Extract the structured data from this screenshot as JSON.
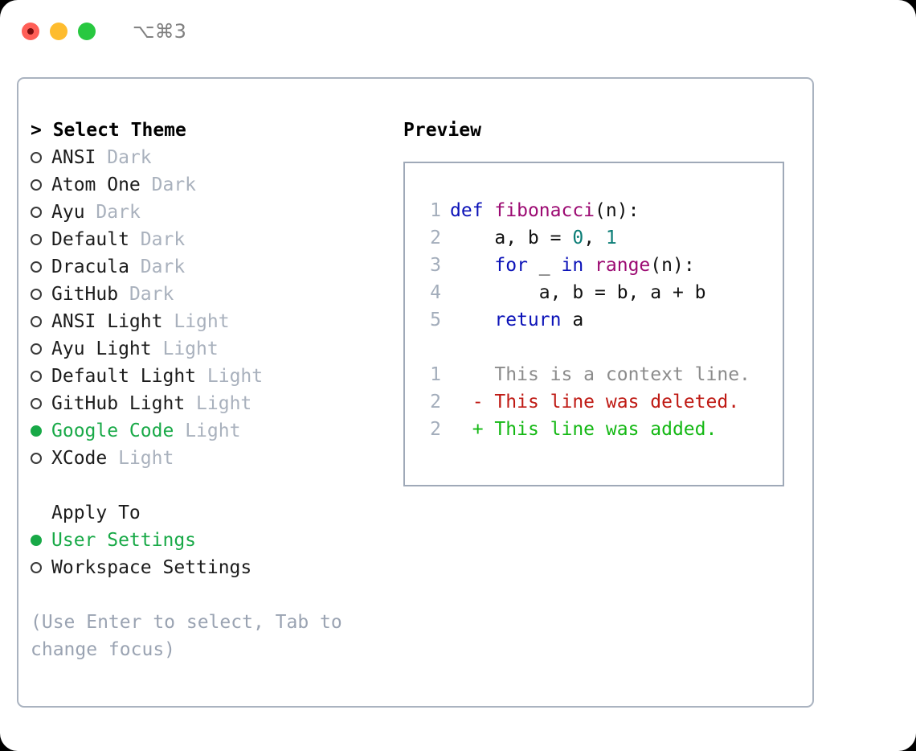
{
  "titlebar": {
    "shortcut": "⌥⌘3",
    "lights": [
      {
        "name": "close",
        "color": "#ff5f57"
      },
      {
        "name": "minimize",
        "color": "#febc2e"
      },
      {
        "name": "maximize",
        "color": "#28c840"
      }
    ]
  },
  "theme_picker": {
    "heading": "> Select Theme",
    "items": [
      {
        "marker": "o",
        "label": "ANSI",
        "category": "Dark",
        "selected": false
      },
      {
        "marker": "o",
        "label": "Atom One",
        "category": "Dark",
        "selected": false
      },
      {
        "marker": "o",
        "label": "Ayu",
        "category": "Dark",
        "selected": false
      },
      {
        "marker": "o",
        "label": "Default",
        "category": "Dark",
        "selected": false
      },
      {
        "marker": "o",
        "label": "Dracula",
        "category": "Dark",
        "selected": false
      },
      {
        "marker": "o",
        "label": "GitHub",
        "category": "Dark",
        "selected": false
      },
      {
        "marker": "o",
        "label": "ANSI Light",
        "category": "Light",
        "selected": false
      },
      {
        "marker": "o",
        "label": "Ayu Light",
        "category": "Light",
        "selected": false
      },
      {
        "marker": "o",
        "label": "Default Light",
        "category": "Light",
        "selected": false
      },
      {
        "marker": "o",
        "label": "GitHub Light",
        "category": "Light",
        "selected": false
      },
      {
        "marker": "●",
        "label": "Google Code",
        "category": "Light",
        "selected": true
      },
      {
        "marker": "o",
        "label": "XCode",
        "category": "Light",
        "selected": false
      }
    ]
  },
  "apply_to": {
    "heading": "Apply To",
    "options": [
      {
        "label": "User Settings",
        "selected": true
      },
      {
        "label": "Workspace Settings",
        "selected": false
      }
    ]
  },
  "hint": "(Use Enter to select, Tab to change focus)",
  "preview": {
    "title": "Preview",
    "code_lines": [
      {
        "num": "1",
        "indent": "",
        "tokens": [
          {
            "t": "def",
            "c": "kw"
          },
          {
            "t": " ",
            "c": "pl"
          },
          {
            "t": "fibonacci",
            "c": "fn"
          },
          {
            "t": "(n):",
            "c": "pl"
          }
        ]
      },
      {
        "num": "2",
        "indent": "    ",
        "tokens": [
          {
            "t": "a, b = ",
            "c": "pl"
          },
          {
            "t": "0",
            "c": "num"
          },
          {
            "t": ", ",
            "c": "pl"
          },
          {
            "t": "1",
            "c": "num"
          }
        ]
      },
      {
        "num": "3",
        "indent": "    ",
        "tokens": [
          {
            "t": "for",
            "c": "kw"
          },
          {
            "t": " _ ",
            "c": "pl"
          },
          {
            "t": "in",
            "c": "kw"
          },
          {
            "t": " ",
            "c": "pl"
          },
          {
            "t": "range",
            "c": "fn"
          },
          {
            "t": "(n):",
            "c": "pl"
          }
        ]
      },
      {
        "num": "4",
        "indent": "        ",
        "tokens": [
          {
            "t": "a, b = b, a + b",
            "c": "pl"
          }
        ]
      },
      {
        "num": "5",
        "indent": "    ",
        "tokens": [
          {
            "t": "return",
            "c": "kw"
          },
          {
            "t": " a",
            "c": "pl"
          }
        ]
      }
    ],
    "diff_lines": [
      {
        "num": "1",
        "prefix": " ",
        "text": " This is a context line.",
        "kind": "ctx"
      },
      {
        "num": "2",
        "prefix": "-",
        "text": " This line was deleted.",
        "kind": "del"
      },
      {
        "num": "2",
        "prefix": "+",
        "text": " This line was added.",
        "kind": "add"
      }
    ]
  },
  "colors": {
    "accent_green": "#18a947",
    "muted": "#a9b1bd",
    "hint": "#9aa3b2",
    "keyword": "#0b12b8",
    "function": "#9c0a72",
    "number": "#0b7d76",
    "diff_delete": "#bf1a14",
    "diff_add": "#14b814",
    "diff_context": "#8b8b8b",
    "border": "#aab3c0"
  }
}
